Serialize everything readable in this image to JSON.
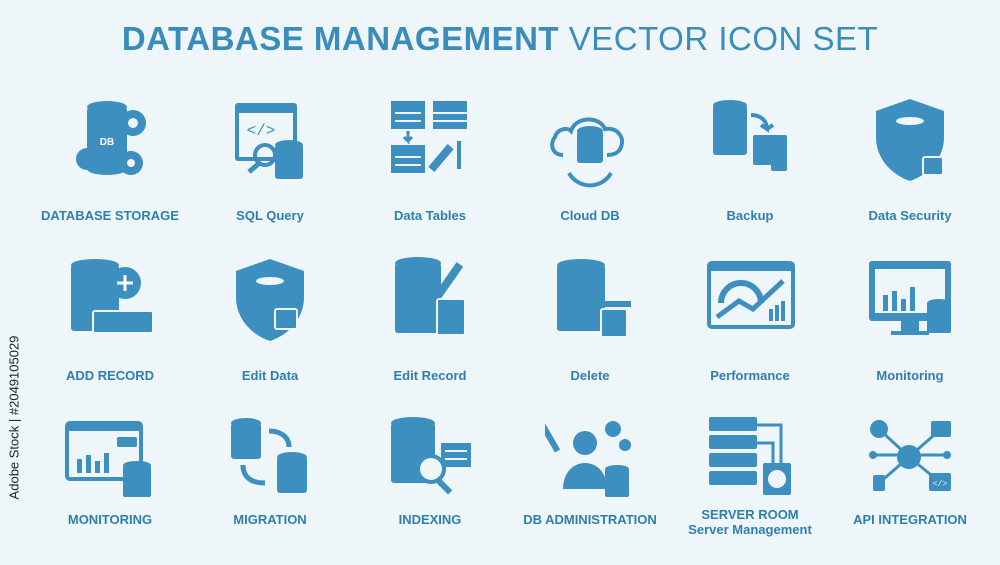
{
  "header": {
    "title_bold": "DATABASE MANAGEMENT",
    "title_light": "VECTOR ICON SET"
  },
  "colors": {
    "icon": "#3d8fbf",
    "label": "#2f7fae",
    "background": "#eef6fa"
  },
  "icons": [
    {
      "label": "DATABASE STORAGE",
      "icon": "database-gears-icon",
      "badge": "DB"
    },
    {
      "label": "SQL Query",
      "icon": "sql-query-icon",
      "code": "</>"
    },
    {
      "label": "Data Tables",
      "icon": "data-tables-icon"
    },
    {
      "label": "Cloud DB",
      "icon": "cloud-database-icon"
    },
    {
      "label": "Backup",
      "icon": "backup-icon"
    },
    {
      "label": "Data Security",
      "icon": "shield-database-icon"
    },
    {
      "label": "ADD RECORD",
      "icon": "add-record-icon"
    },
    {
      "label": "Edit Data",
      "icon": "shield-lock-icon"
    },
    {
      "label": "Edit Record",
      "icon": "edit-record-icon"
    },
    {
      "label": "Delete",
      "icon": "delete-database-icon"
    },
    {
      "label": "Performance",
      "icon": "performance-gauge-icon"
    },
    {
      "label": "Monitoring",
      "icon": "monitor-chart-icon"
    },
    {
      "label": "MONITORING",
      "icon": "monitoring-dashboard-icon"
    },
    {
      "label": "MIGRATION",
      "icon": "migration-icon"
    },
    {
      "label": "INDEXING",
      "icon": "indexing-icon"
    },
    {
      "label": "DB ADMINISTRATION",
      "icon": "db-admin-icon"
    },
    {
      "label": "SERVER ROOM",
      "sublabel": "Server Management",
      "icon": "server-room-icon"
    },
    {
      "label": "API INTEGRATION",
      "icon": "api-integration-icon",
      "code": "</>"
    }
  ],
  "watermark": {
    "stock_id": "Adobe Stock | #2049105029"
  }
}
